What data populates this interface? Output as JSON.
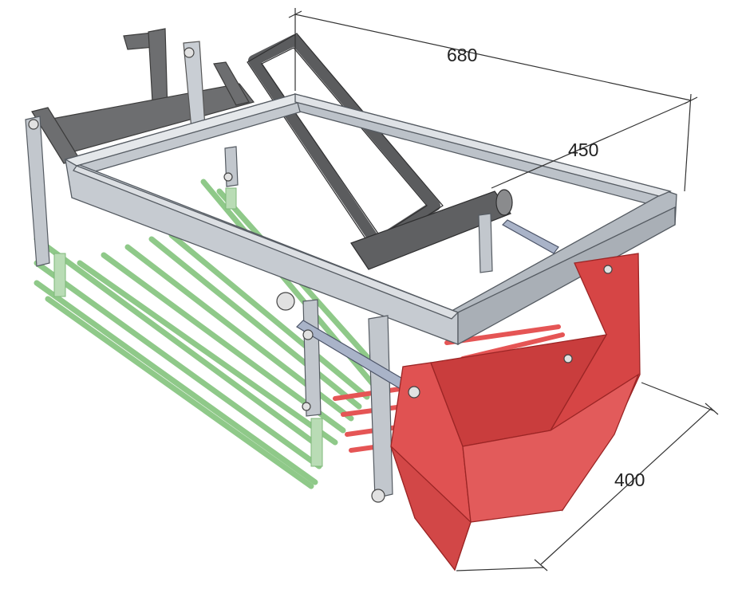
{
  "dimensions": {
    "length": "680",
    "width": "450",
    "depth": "400"
  },
  "colors": {
    "frame": "#b6bcc4",
    "frame_dark": "#8f969f",
    "hitch": "#6f6f70",
    "grid_bars": "#9fd19a",
    "grid_links": "#b9dcb5",
    "shovel": "#dd4646",
    "shovel_bars": "#e65a5a",
    "bolts": "#d9d9d9"
  }
}
